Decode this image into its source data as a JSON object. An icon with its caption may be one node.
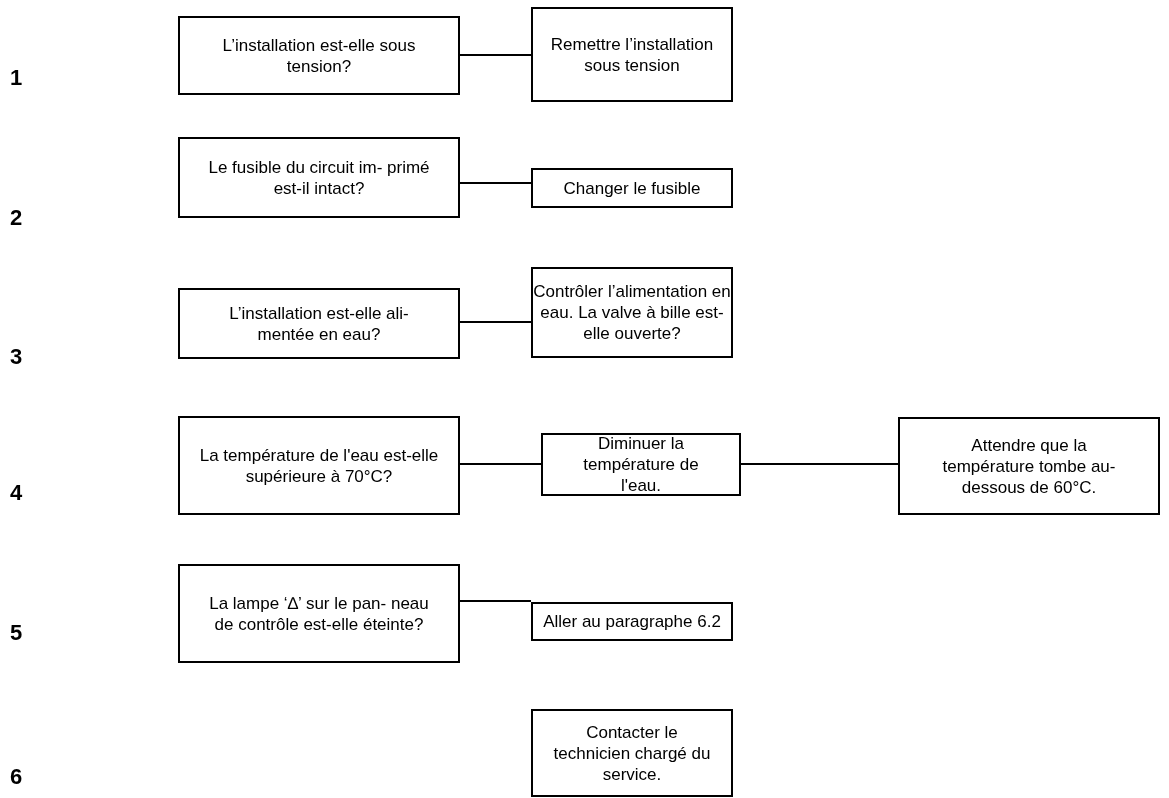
{
  "diagram": {
    "nodes": [
      {
        "text": [
          "L’installation est-elle sous tension?"
        ]
      },
      {
        "text": [
          "Remettre l’installation sous tension"
        ]
      },
      {
        "text": [
          "Le fusible du circuit im- primé est-il intact?"
        ]
      },
      {
        "text": [
          "Changer le fusible"
        ]
      },
      {
        "text": [
          "L’installation est-elle ali- mentée en eau?"
        ]
      },
      {
        "text": [
          "Contrôler l’alimentation en eau. La valve à bille est- elle ouverte?"
        ]
      },
      {
        "text": [
          "La température de l'eau est-elle supérieure à 70°C?"
        ]
      },
      {
        "text": [
          "Diminuer la température de l'eau."
        ]
      },
      {
        "text": [
          "Attendre que la température tombe au-dessous de 60°C."
        ]
      },
      {
        "text": [
          "La lampe ‘∆’ sur le pan- neau de contrôle est-elle éteinte?"
        ]
      },
      {
        "text": [
          "Aller au paragraphe 6.2"
        ]
      },
      {
        "text": [
          "Contacter le technicien chargé du service."
        ]
      }
    ],
    "edges": [
      {
        "from": 0,
        "to": 1,
        "arrow": "none"
      },
      {
        "from": 2,
        "to": 3,
        "arrow": "none"
      },
      {
        "from": 4,
        "to": 5,
        "arrow": "none"
      },
      {
        "from": 6,
        "to": 7,
        "arrow": "none"
      },
      {
        "from": 7,
        "to": 8,
        "arrow": "none"
      },
      {
        "from": 9,
        "to": 10,
        "arrow": "none"
      }
    ],
    "labels": [
      "1",
      "2",
      "3",
      "4",
      "5",
      "6"
    ]
  }
}
